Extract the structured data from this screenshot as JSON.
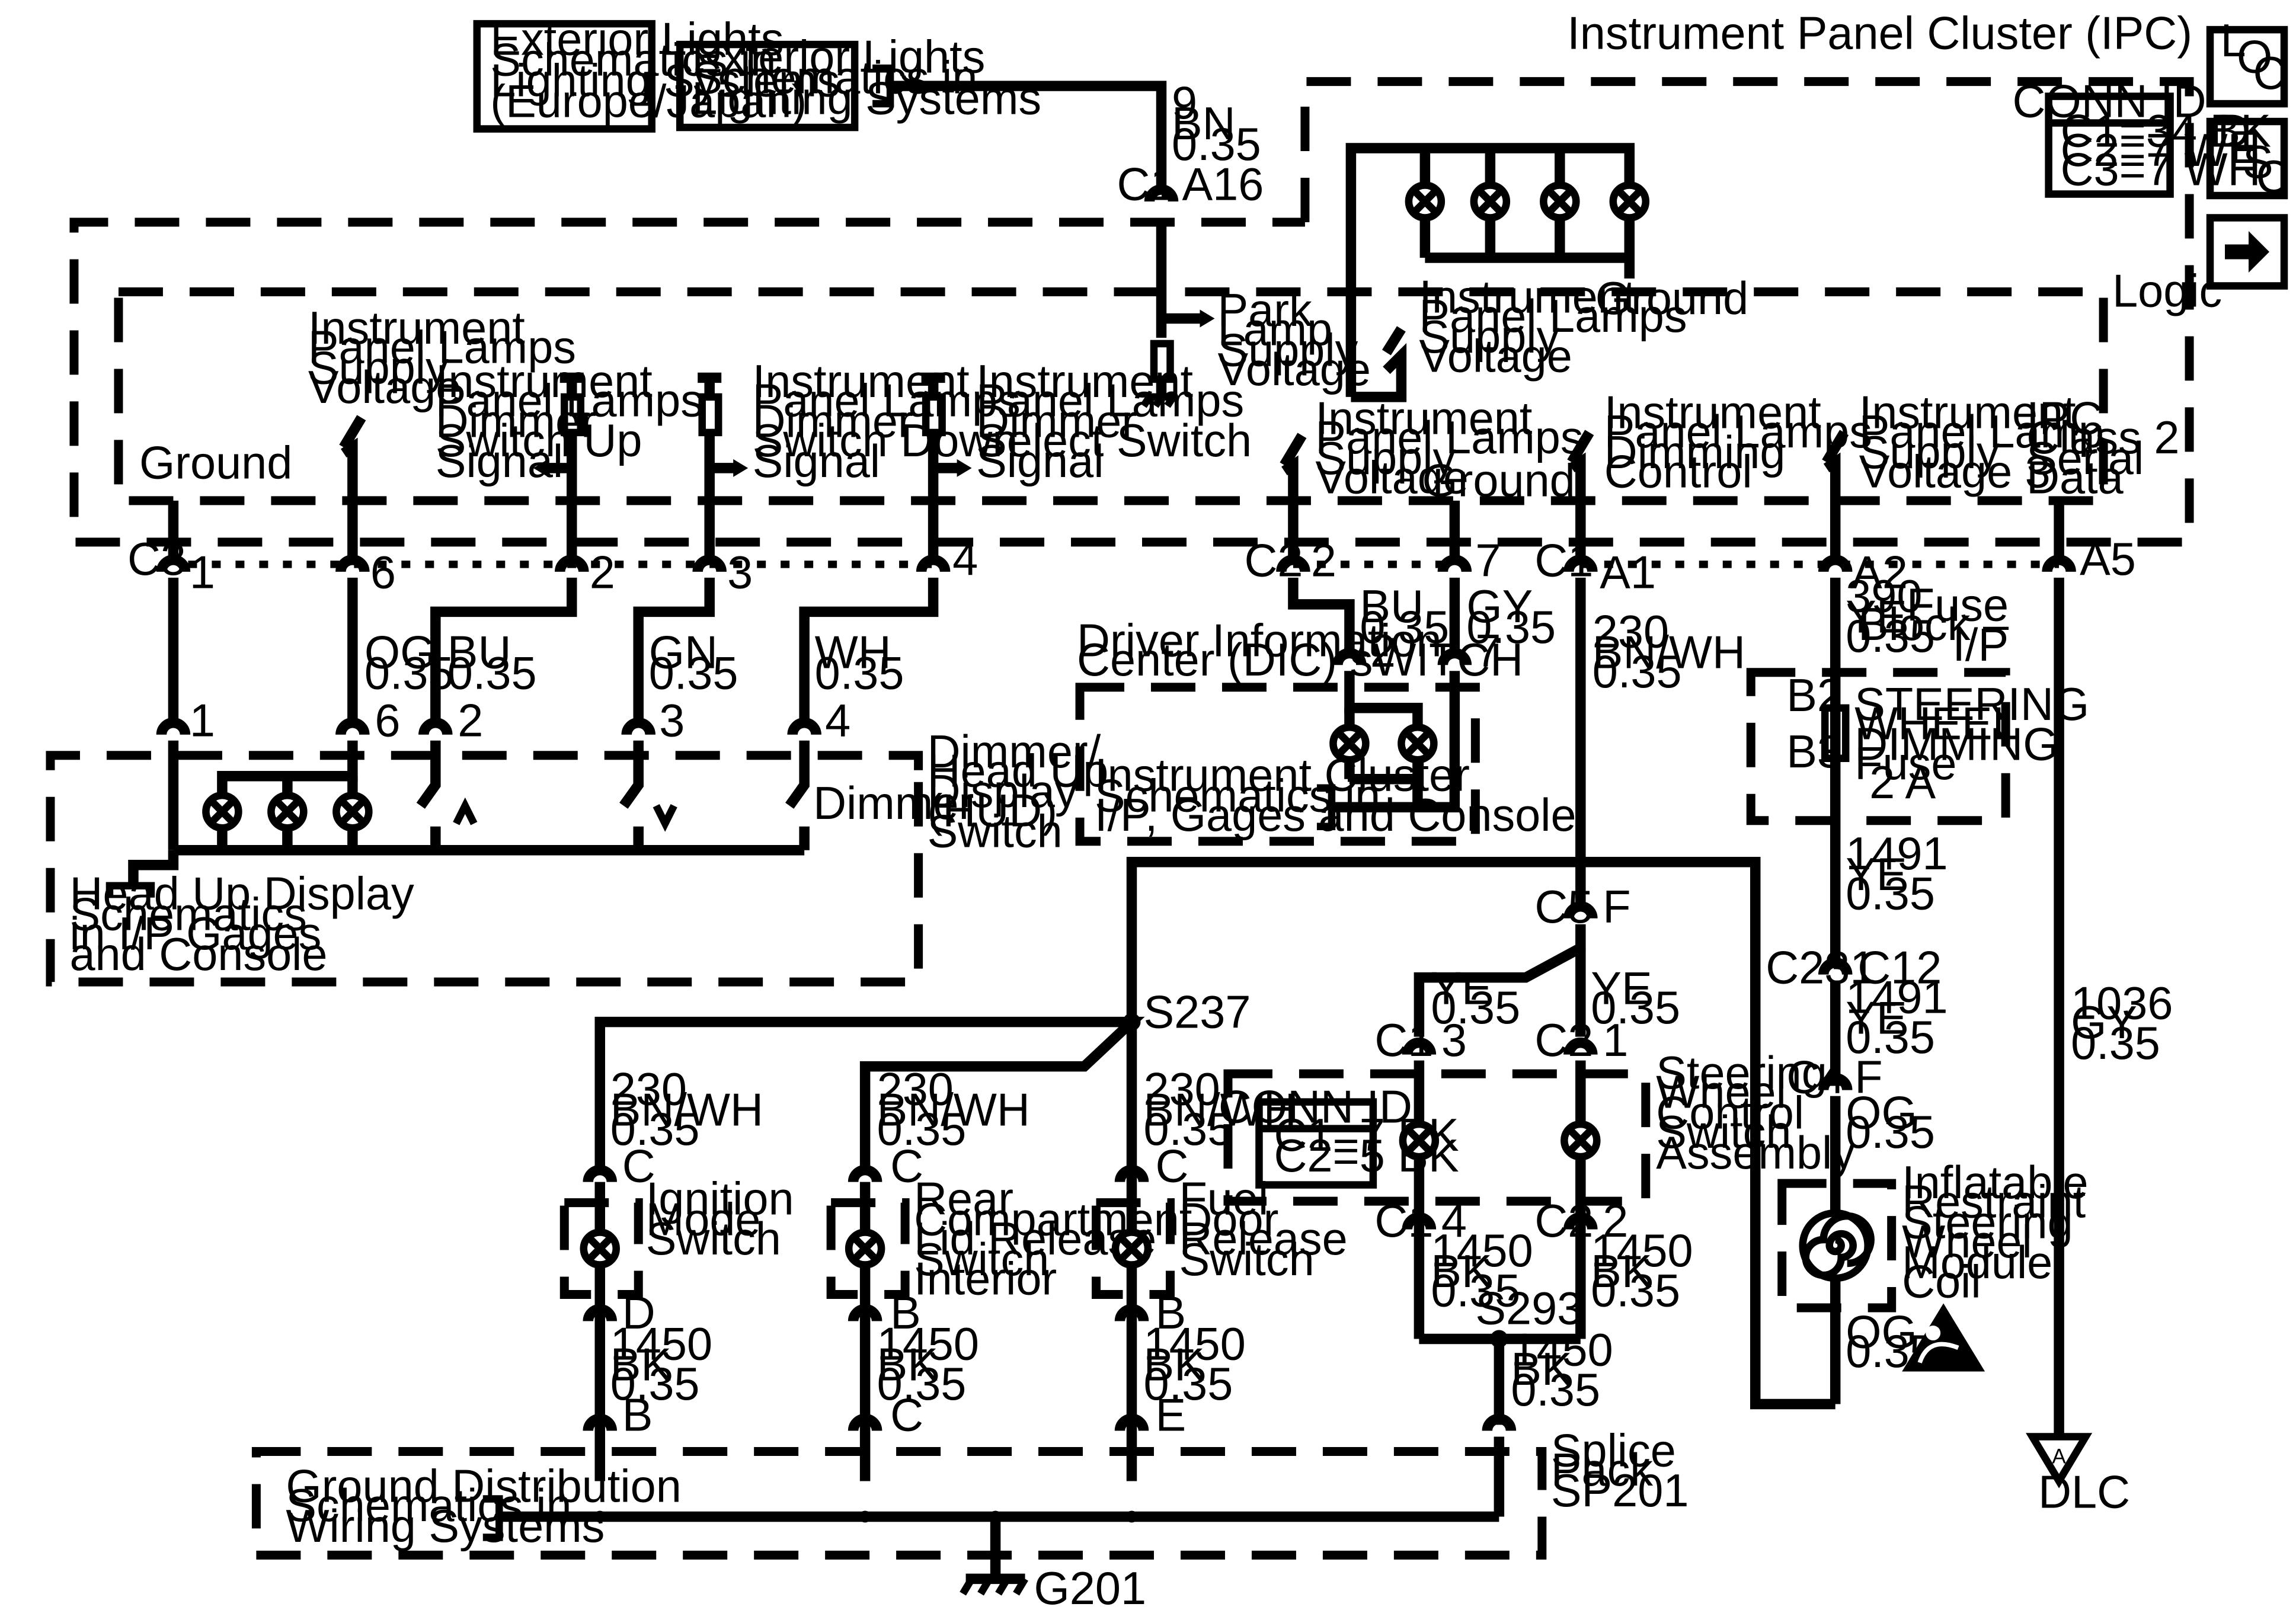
{
  "header": {
    "ipc_title": "Instrument Panel Cluster (IPC)",
    "loc_letters": [
      "L",
      "O",
      "C"
    ],
    "desc_letters": [
      "D",
      "E",
      "S",
      "C"
    ]
  },
  "conn_id_ipc": {
    "title": "CONN ID",
    "lines": [
      "C1=34 BK",
      "C2=7 WH",
      "C3=7 WH"
    ]
  },
  "conn_id_swc": {
    "title": "CONN ID",
    "lines": [
      "C1=7 BK",
      "C2=5 BK"
    ]
  },
  "refs": {
    "ext_eu": [
      "Exterior Lights",
      "Schematics in",
      "Lighting Systems",
      "(Europe/Japan)"
    ],
    "ext": [
      "Exterior Lights",
      "Schematics in",
      "Lighting Systems"
    ],
    "hud": [
      "Head Up Display",
      "Schematics",
      "in I/P Gages",
      "and Console"
    ],
    "ic": [
      "Instrument Cluster",
      "Schematics in",
      "I/P, Gages and Console"
    ],
    "gnd": [
      "Ground Distribution",
      "Schematics in",
      "Wiring Systems"
    ]
  },
  "ipc": {
    "logic": "Logic",
    "ground": "Ground",
    "top_lamps_ground": "Ground",
    "top_lamps_sv": [
      "Instrument",
      "Panel Lamps",
      "Supply",
      "Voltage"
    ],
    "park": [
      "Park",
      "Lamp",
      "Supply",
      "Voltage"
    ],
    "ipl_sv_left": [
      "Instrument",
      "Panel Lamps",
      "Supply",
      "Voltage"
    ],
    "dim_up": [
      "Instrument",
      "Panel Lamps",
      "Dimmer",
      "Switch Up",
      "Signal"
    ],
    "dim_down": [
      "Instrument",
      "Panel Lamps",
      "Dimmer",
      "Switch Down",
      "Signal"
    ],
    "dim_sel": [
      "Instrument",
      "Panel Lamps",
      "Dimmer",
      "Select Switch",
      "Signal"
    ],
    "ipl_sv_mid": [
      "Instrument",
      "Panel Lamps",
      "Supply",
      "Voltage"
    ],
    "ground_mid": "Ground",
    "dim_ctrl": [
      "Instrument",
      "Panel Lamps",
      "Dimming",
      "Control"
    ],
    "ipl_sv3": [
      "Instrument",
      "Panel Lamp",
      "Supply",
      "Voltage 3"
    ],
    "class2": [
      "IPC",
      "Class 2",
      "Serial",
      "Data"
    ]
  },
  "pins": {
    "c1": "C1",
    "a16": "A16",
    "c3": "C3",
    "p1": "1",
    "p6": "6",
    "p2": "2",
    "p3": "3",
    "p4": "4",
    "c2": "C2",
    "c2p2": "2",
    "c2p7": "7",
    "c1b": "C1",
    "a1": "A1",
    "a2": "A2",
    "a5": "A5",
    "h1": "1",
    "h6": "6",
    "h2": "2",
    "h3": "3",
    "h4": "4",
    "dic2": "2",
    "dic7": "7",
    "b2": "B2",
    "b3": "B3",
    "c5": "C5",
    "f1": "F",
    "c231": "C231",
    "c12": "C12",
    "c4": "C4",
    "f2": "F",
    "swc_c1": "C1",
    "swc_3": "3",
    "swc_c2": "C2",
    "swc_1": "1",
    "swc_c1b": "C1",
    "swc_4": "4",
    "swc_c2b": "C2",
    "swc_2": "2",
    "ign_c": "C",
    "ign_d": "D",
    "rc_c": "C",
    "rc_b": "B",
    "fd_c": "C",
    "fd_b": "B",
    "sp_b": "B",
    "sp_c": "C",
    "sp_e": "E"
  },
  "wires": {
    "w_9bn": [
      "9",
      "BN",
      "0.35"
    ],
    "og": [
      "OG",
      "0.35"
    ],
    "bu": [
      "BU",
      "0.35"
    ],
    "gn": [
      "GN",
      "0.35"
    ],
    "wh": [
      "WH",
      "0.35"
    ],
    "bu2": [
      "BU",
      "0.35"
    ],
    "gy": [
      "GY",
      "0.35"
    ],
    "w230": [
      "230",
      "BN/WH",
      "0.35"
    ],
    "w390": [
      "390",
      "YE",
      "0.35"
    ],
    "w1491a": [
      "1491",
      "YE",
      "0.35"
    ],
    "w1491b": [
      "1491",
      "YE",
      "0.35"
    ],
    "og_c4": [
      "OG",
      "0.35"
    ],
    "og_low": [
      "OG",
      "0.35"
    ],
    "w1036": [
      "1036",
      "GY",
      "0.35"
    ],
    "ye1": [
      "YE",
      "0.35"
    ],
    "ye2": [
      "YE",
      "0.35"
    ],
    "w1450a": [
      "1450",
      "BK",
      "0.35"
    ],
    "w1450b": [
      "1450",
      "BK",
      "0.35"
    ],
    "w230a": [
      "230",
      "BN/WH",
      "0.35"
    ],
    "w230b": [
      "230",
      "BN/WH",
      "0.35"
    ],
    "w230c": [
      "230",
      "BN/WH",
      "0.35"
    ],
    "w1450c": [
      "1450",
      "BK",
      "0.35"
    ],
    "w1450d": [
      "1450",
      "BK",
      "0.35"
    ],
    "w1450e": [
      "1450",
      "BK",
      "0.35"
    ],
    "w1450f": [
      "1450",
      "BK",
      "0.35"
    ]
  },
  "components": {
    "hud_switch": [
      "Dimmer/",
      "Head Up",
      "Display",
      "(HUD)",
      "Switch"
    ],
    "dimmer": "Dimmer",
    "dic": [
      "Driver Information",
      "Center (DIC) sWITCH"
    ],
    "fuse_block": [
      "Fuse",
      "Block –",
      "I/P"
    ],
    "fuse": [
      "STEERING",
      "WHEEL",
      "DIMMING",
      "Fuse",
      "2 A"
    ],
    "swc": [
      "Steering",
      "Wheel",
      "Control",
      "Switch",
      "Assembly"
    ],
    "coil": [
      "Inflatable",
      "Restraint",
      "Steering",
      "Wheel",
      "Module",
      "Coil"
    ],
    "ignition": [
      "Ignition",
      "Mode",
      "Switch"
    ],
    "rear": [
      "Rear",
      "Compartment",
      "Lid Release",
      "Switch",
      "Interior"
    ],
    "fuel": [
      "Fuel",
      "Door",
      "Release",
      "Switch"
    ],
    "splice": [
      "Splice",
      "Pack",
      "SP201"
    ],
    "s237": "S237",
    "s293": "S293",
    "g201": "G201",
    "dlc_a": "A",
    "dlc": "DLC"
  }
}
